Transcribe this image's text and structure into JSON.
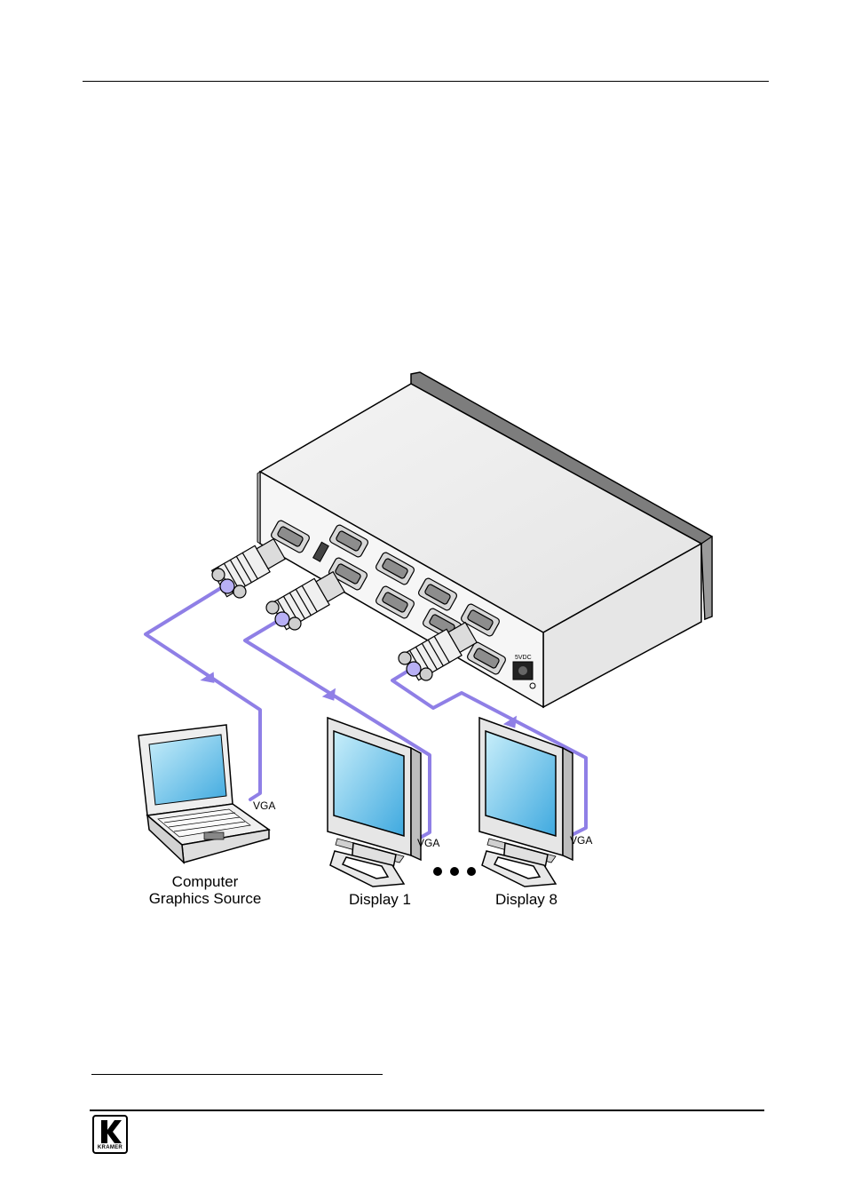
{
  "labels": {
    "source_line1": "Computer",
    "source_line2": "Graphics Source",
    "display1": "Display 1",
    "display8": "Display 8",
    "cable_source": "VGA",
    "cable_display1": "VGA",
    "cable_display8": "VGA",
    "power_label": "5VDC"
  },
  "logo": {
    "text": "KRAMER"
  },
  "colors": {
    "cable": "#8f7fe6",
    "screen_light": "#bfeaf8",
    "screen_dark": "#4fb4e4",
    "device_body": "#f2f2f2",
    "device_trim": "#9a9a9a"
  },
  "icons": [
    "laptop-icon",
    "monitor-icon",
    "vga-connector-icon",
    "distribution-amplifier-icon",
    "ellipsis-dots-icon"
  ]
}
